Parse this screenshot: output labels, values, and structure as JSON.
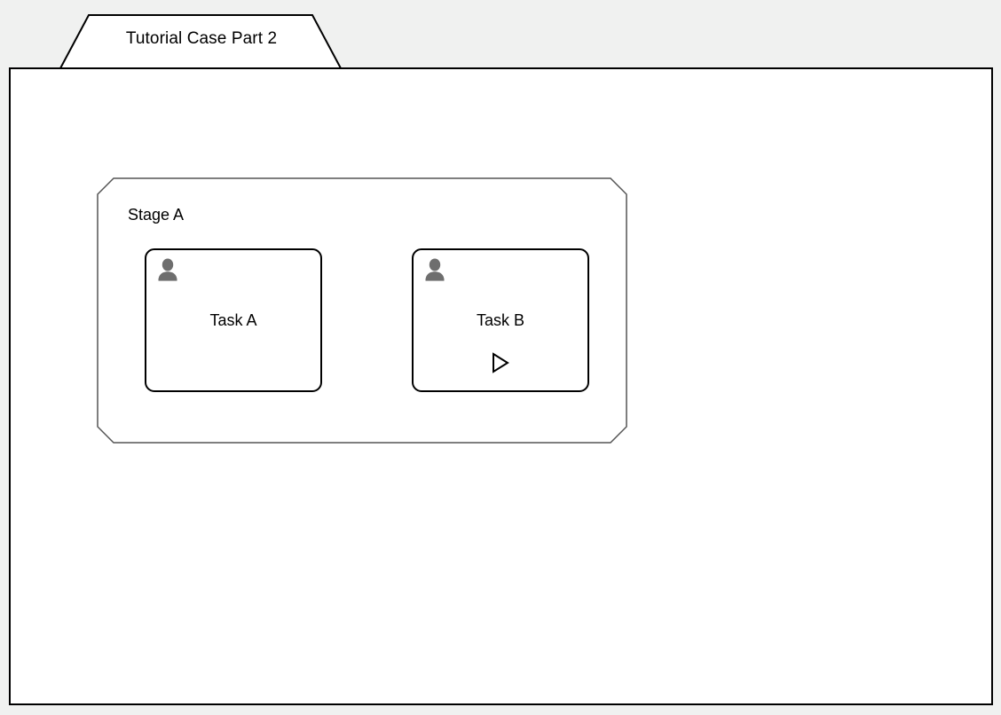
{
  "page": {
    "background_color": "#f0f1f0",
    "canvas_background": "#ffffff",
    "border_color": "#000000"
  },
  "tab_strip": {
    "active_tab": {
      "label": "Tutorial Case Part 2",
      "shape": "trapezoid-tab",
      "fill": "#ffffff",
      "stroke": "#000000"
    }
  },
  "canvas": {
    "stages": [
      {
        "name": "stage-a",
        "title": "Stage A",
        "shape": "beveled-rectangle",
        "fill": "#ffffff",
        "stroke": "#666666",
        "tasks": [
          {
            "name": "task-a",
            "label": "Task A",
            "actor_icon": "user-icon",
            "actor_icon_color": "#6e6e6e",
            "marker": null,
            "fill": "#ffffff",
            "stroke": "#000000"
          },
          {
            "name": "task-b",
            "label": "Task B",
            "actor_icon": "user-icon",
            "actor_icon_color": "#6e6e6e",
            "marker": "play-triangle-icon",
            "marker_color": "#000000",
            "fill": "#ffffff",
            "stroke": "#000000"
          }
        ]
      }
    ]
  }
}
